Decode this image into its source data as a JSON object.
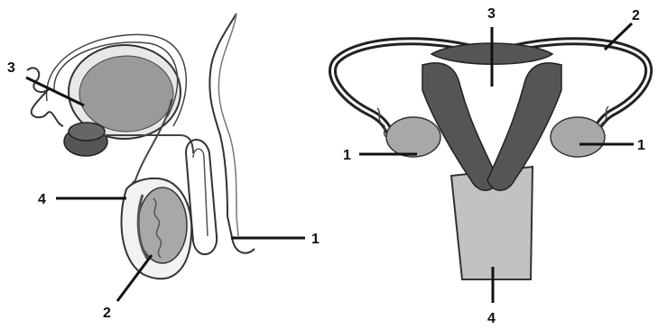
{
  "male_diagram": {
    "labels": {
      "penis": "1",
      "testis": "2",
      "bladder": "3",
      "sperm_duct": "4"
    }
  },
  "female_diagram": {
    "labels": {
      "ovary_left": "1",
      "ovary_right": "1",
      "oviduct": "2",
      "uterus": "3",
      "vagina": "4"
    }
  },
  "colors": {
    "dark_fill": "#555555",
    "mid_fill": "#9a9a9a",
    "light_fill": "#c2c2c2",
    "outline": "#222222"
  }
}
